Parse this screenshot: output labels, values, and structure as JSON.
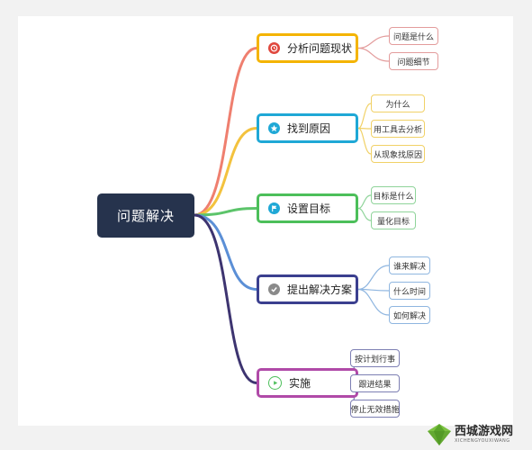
{
  "root": {
    "label": "问题解决"
  },
  "branches": [
    {
      "label": "分析问题现状",
      "color": "#f4b400",
      "icon": "clock-icon",
      "icon_color": "#e0483e",
      "children": [
        "问题是什么",
        "问题细节"
      ],
      "child_border": "#e39c9c"
    },
    {
      "label": "找到原因",
      "color": "#1fa8d6",
      "icon": "star-icon",
      "icon_color": "#1fa8d6",
      "children": [
        "为什么",
        "用工具去分析",
        "从现象找原因"
      ],
      "child_border": "#f1d167"
    },
    {
      "label": "设置目标",
      "color": "#4cbf5a",
      "icon": "flag-icon",
      "icon_color": "#1fa8d6",
      "children": [
        "目标是什么",
        "量化目标"
      ],
      "child_border": "#8fd49a"
    },
    {
      "label": "提出解决方案",
      "color": "#3b3f8f",
      "icon": "check-icon",
      "icon_color": "#8a8a8a",
      "children": [
        "谁来解决",
        "什么时间",
        "如何解决"
      ],
      "child_border": "#8fb6e0"
    },
    {
      "label": "实施",
      "color": "#b04aa8",
      "icon": "play-icon",
      "icon_color": "#4cbf5a",
      "children": [
        "按计划行事",
        "跟进结果",
        "停止无效措施"
      ],
      "child_border": "#7d7fb3"
    }
  ],
  "curve_colors": [
    "#ef7f6f",
    "#f3c23e",
    "#5cc46a",
    "#5b8fd6",
    "#3d3470"
  ],
  "watermark": {
    "main": "西城游戏网",
    "sub": "XICHENGYOUXIWANG"
  }
}
